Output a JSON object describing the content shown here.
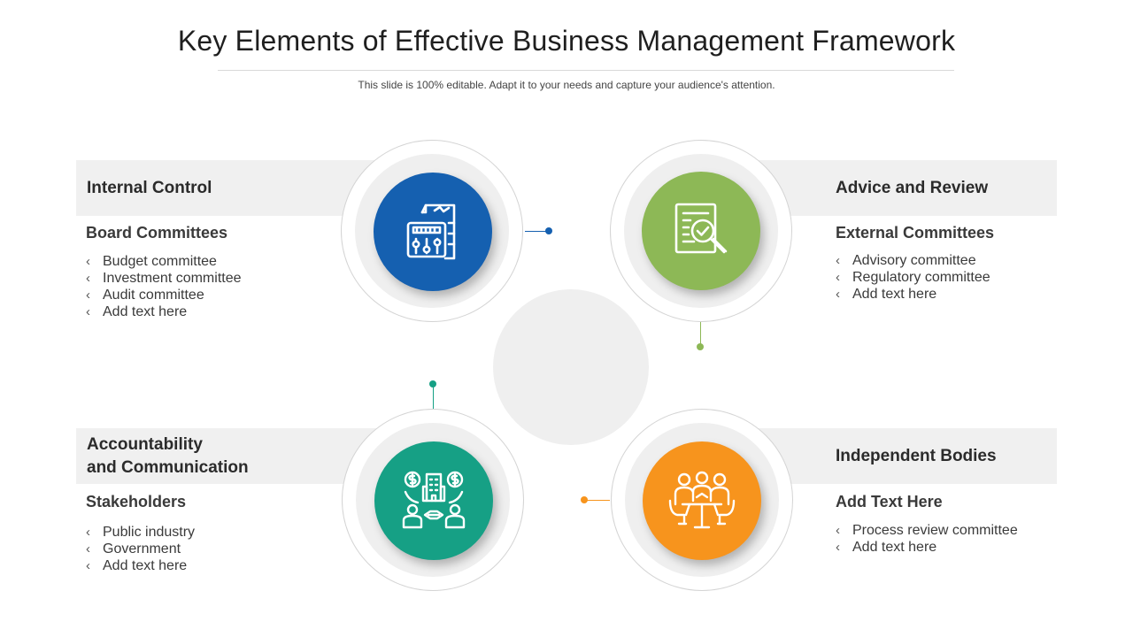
{
  "header": {
    "title": "Key Elements of Effective Business Management Framework",
    "subtitle": "This slide is 100% editable. Adapt it to your needs and capture your audience's attention."
  },
  "colors": {
    "blue": "#1560b0",
    "green": "#8db856",
    "teal": "#16a085",
    "orange": "#f7941d",
    "band": "#f0f0f0"
  },
  "quadrants": {
    "top_left": {
      "title": "Internal Control",
      "subtitle": "Board Committees",
      "items": [
        "Budget committee",
        "Investment  committee",
        "Audit committee",
        "Add text here"
      ],
      "icon": "control-panel-document-icon"
    },
    "top_right": {
      "title": "Advice and Review",
      "subtitle": "External Committees",
      "items": [
        "Advisory committee",
        "Regulatory committee",
        "Add text here"
      ],
      "icon": "document-magnifier-check-icon"
    },
    "bottom_left": {
      "title_line1": "Accountability",
      "title_line2": "and Communication",
      "subtitle": "Stakeholders",
      "items": [
        "Public industry",
        "Government",
        "Add text here"
      ],
      "icon": "stakeholders-building-icon"
    },
    "bottom_right": {
      "title": "Independent Bodies",
      "subtitle": "Add Text Here",
      "items": [
        "Process review committee",
        "Add text here"
      ],
      "icon": "meeting-table-icon"
    }
  }
}
